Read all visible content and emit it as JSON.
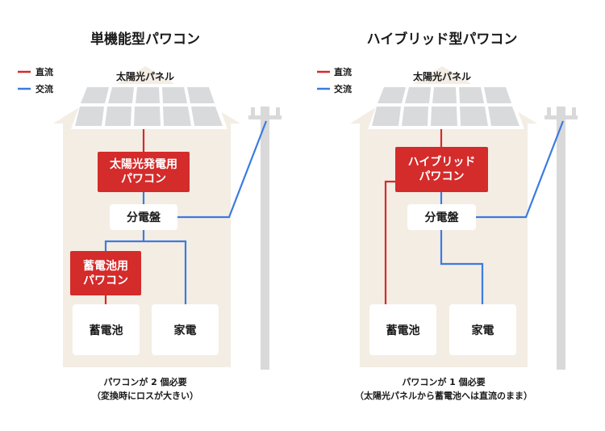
{
  "left": {
    "title": "単機能型パワコン",
    "legend": {
      "dc": "直流",
      "ac": "交流"
    },
    "panel_label": "太陽光パネル",
    "inverter_label": "太陽光発電用\nパワコン",
    "distribution_board": "分電盤",
    "battery_inverter_label": "蓄電池用\nパワコン",
    "battery": "蓄電池",
    "appliance": "家電",
    "caption_line1": "パワコンが 2 個必要",
    "caption_line2": "（変換時にロスが大きい）"
  },
  "right": {
    "title": "ハイブリッド型パワコン",
    "legend": {
      "dc": "直流",
      "ac": "交流"
    },
    "panel_label": "太陽光パネル",
    "inverter_label": "ハイブリッド\nパワコン",
    "distribution_board": "分電盤",
    "battery": "蓄電池",
    "appliance": "家電",
    "caption_line1": "パワコンが 1 個必要",
    "caption_line2": "（太陽光パネルから蓄電池へは直流のまま）"
  },
  "colors": {
    "dc_line": "#d42b2b",
    "ac_line": "#3b7be0",
    "house": "#f3ede4",
    "panel": "#d9dadc",
    "pole": "#d9d9d9"
  },
  "icons": {
    "pole": "utility-pole-icon",
    "panel": "solar-panel-icon"
  }
}
